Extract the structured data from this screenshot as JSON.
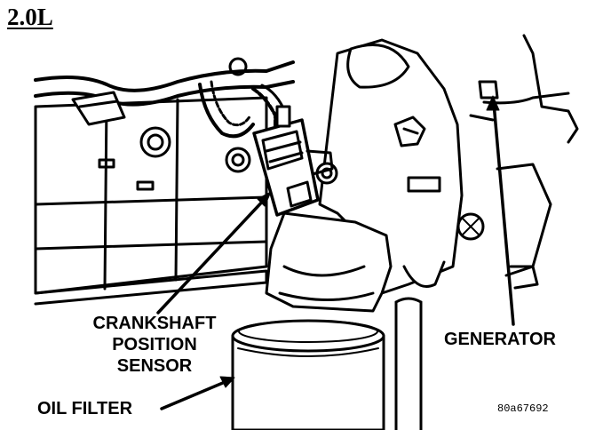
{
  "title": "2.0L",
  "labels": {
    "crankshaft_line1": "CRANKSHAFT",
    "crankshaft_line2": "POSITION",
    "crankshaft_line3": "SENSOR",
    "generator": "GENERATOR",
    "oil_filter": "OIL FILTER"
  },
  "figure_code": "80a67692",
  "colors": {
    "ink": "#000000",
    "paper": "#ffffff"
  }
}
